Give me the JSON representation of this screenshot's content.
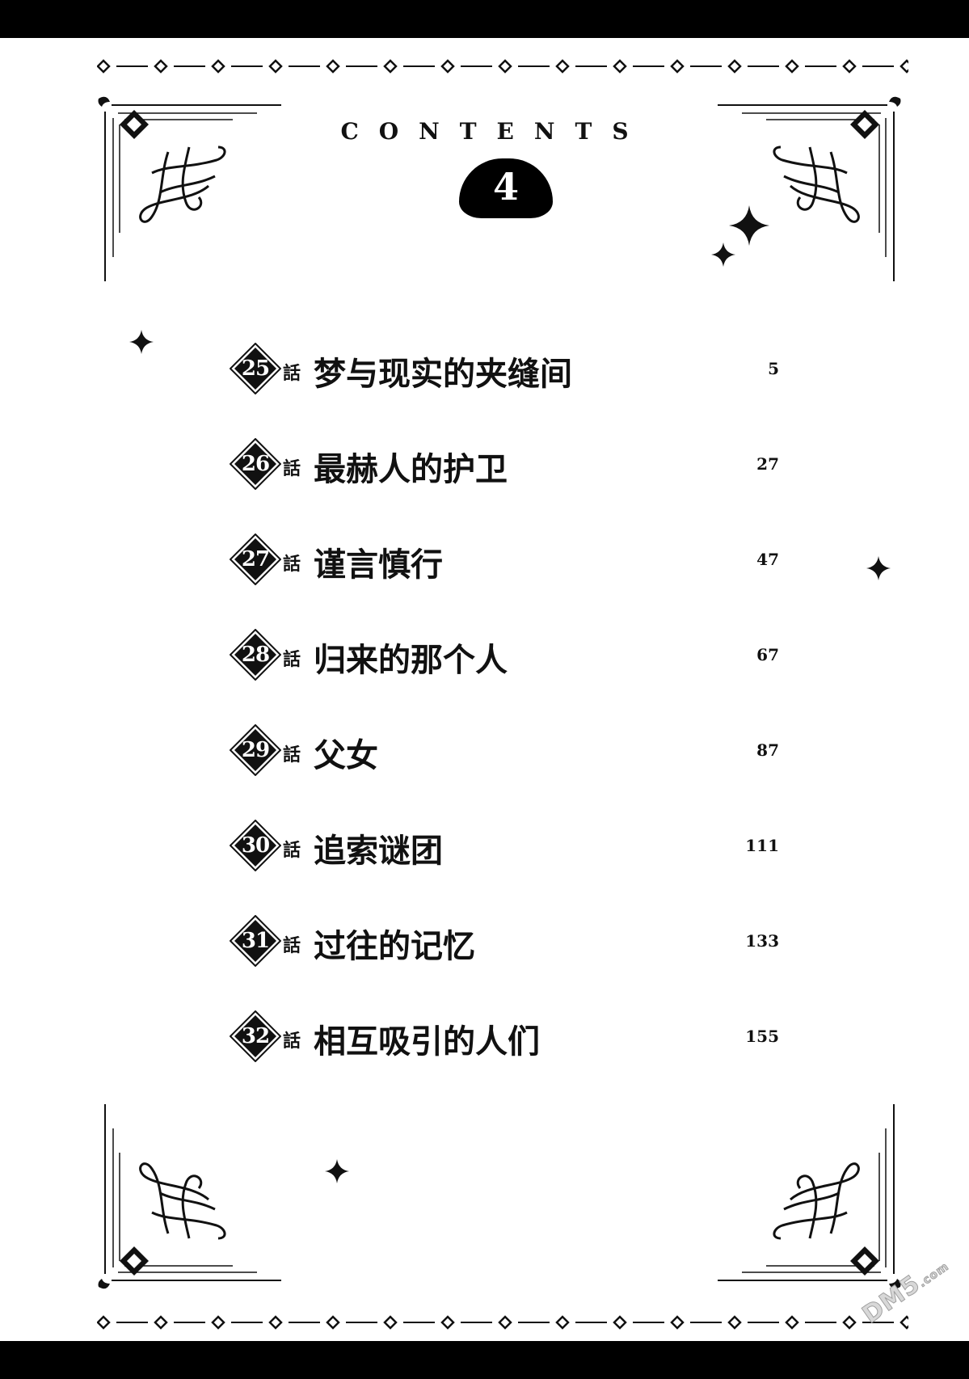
{
  "header": {
    "contents_label": "CONTENTS",
    "volume_number": "4"
  },
  "toc": [
    {
      "episode": "25",
      "suffix": "話",
      "title": "梦与现实的夹缝间",
      "page": "5"
    },
    {
      "episode": "26",
      "suffix": "話",
      "title": "最赫人的护卫",
      "page": "27"
    },
    {
      "episode": "27",
      "suffix": "話",
      "title": "谨言慎行",
      "page": "47"
    },
    {
      "episode": "28",
      "suffix": "話",
      "title": "归来的那个人",
      "page": "67"
    },
    {
      "episode": "29",
      "suffix": "話",
      "title": "父女",
      "page": "87"
    },
    {
      "episode": "30",
      "suffix": "話",
      "title": "追索谜团",
      "page": "111"
    },
    {
      "episode": "31",
      "suffix": "話",
      "title": "过往的记忆",
      "page": "133"
    },
    {
      "episode": "32",
      "suffix": "話",
      "title": "相互吸引的人们",
      "page": "155"
    }
  ],
  "watermark": {
    "text": "DM5",
    "domain": ".com"
  },
  "colors": {
    "ink": "#111111",
    "paper": "#ffffff"
  }
}
